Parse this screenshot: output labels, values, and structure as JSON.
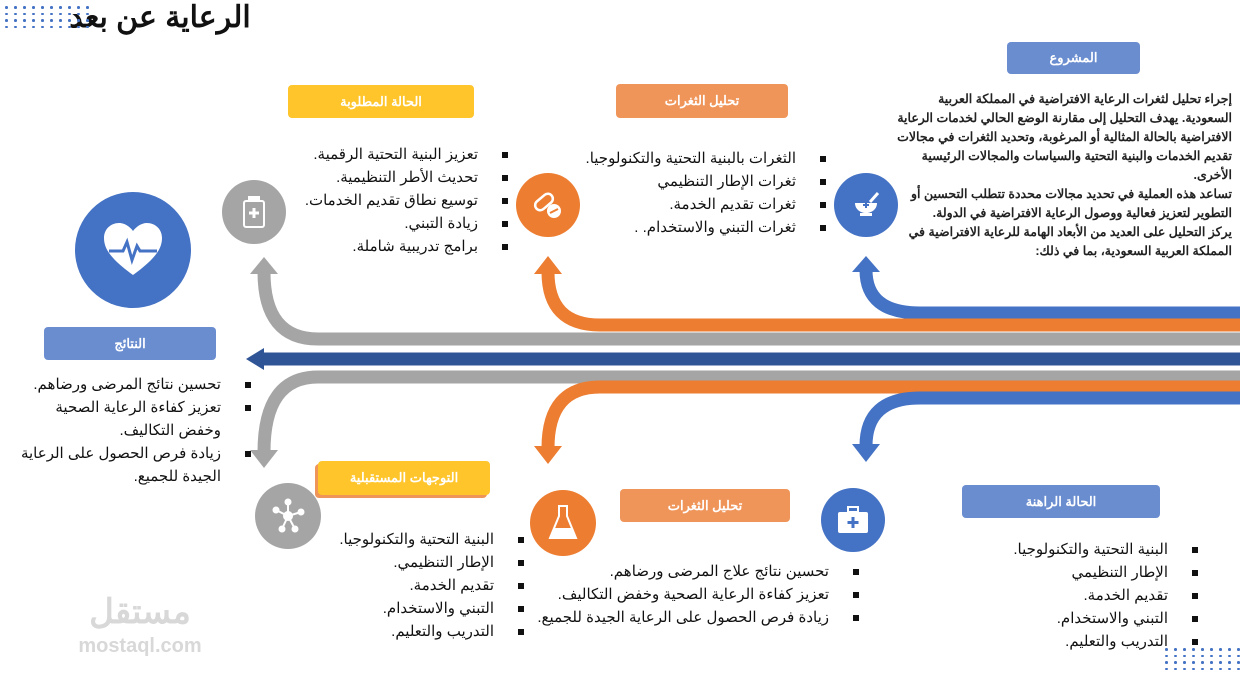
{
  "title": "الرعاية عن بعد",
  "project": {
    "label": "المشروع",
    "paragraphs": [
      "إجراء تحليل لثغرات الرعاية الافتراضية في المملكة العربية السعودية. يهدف التحليل إلى مقارنة الوضع الحالي لخدمات الرعاية الافتراضية بالحالة المثالية أو المرغوبة، وتحديد الثغرات في مجالات تقديم الخدمات والبنية التحتية والسياسات والمجالات الرئيسية الأخرى.",
      "تساعد هذه العملية في تحديد مجالات محددة تتطلب التحسين أو التطوير لتعزيز فعالية ووصول الرعاية الافتراضية في الدولة.",
      "يركز التحليل على العديد من الأبعاد الهامة للرعاية الافتراضية في المملكة العربية السعودية، بما في ذلك:"
    ]
  },
  "gap_top": {
    "label": "تحليل الثغرات",
    "items": [
      "الثغرات بالبنية التحتية والتكنولوجيا.",
      "ثغرات الإطار التنظيمي",
      "ثغرات تقديم الخدمة.",
      "ثغرات التبني والاستخدام. ."
    ]
  },
  "desired": {
    "label": "الحالة المطلوبة",
    "items": [
      "تعزيز البنية التحتية الرقمية.",
      "تحديث الأطر التنظيمية.",
      "توسيع نطاق تقديم الخدمات.",
      "زيادة التبني.",
      "برامج تدريبية شاملة."
    ]
  },
  "results": {
    "label": "النتائج",
    "items": [
      "تحسين نتائج المرضى ورضاهم.",
      "تعزيز كفاءة الرعاية الصحية وخفض التكاليف.",
      "زيادة فرص الحصول على الرعاية الجيدة للجميع."
    ]
  },
  "future": {
    "label": "التوجهات المستقبلية",
    "items": [
      "البنية التحتية والتكنولوجيا.",
      "الإطار التنظيمي.",
      "تقديم الخدمة.",
      "التبني والاستخدام.",
      "التدريب والتعليم."
    ]
  },
  "gap_bottom": {
    "label": "تحليل الثغرات",
    "items": [
      "تحسين نتائج علاج المرضى ورضاهم.",
      "تعزيز كفاءة الرعاية الصحية وخفض التكاليف.",
      "زيادة فرص الحصول على الرعاية الجيدة للجميع."
    ]
  },
  "current": {
    "label": "الحالة الراهنة",
    "items": [
      "البنية التحتية والتكنولوجيا.",
      "الإطار التنظيمي",
      "تقديم الخدمة.",
      "التبني والاستخدام.",
      "التدريب والتعليم."
    ]
  },
  "watermark": {
    "arabic": "مستقل",
    "latin": "mostaql.com"
  },
  "colors": {
    "blue": "#4472c4",
    "dark_blue": "#2f5597",
    "orange": "#ed7d31",
    "grey": "#a5a5a5",
    "yellow": "#ffc000"
  }
}
